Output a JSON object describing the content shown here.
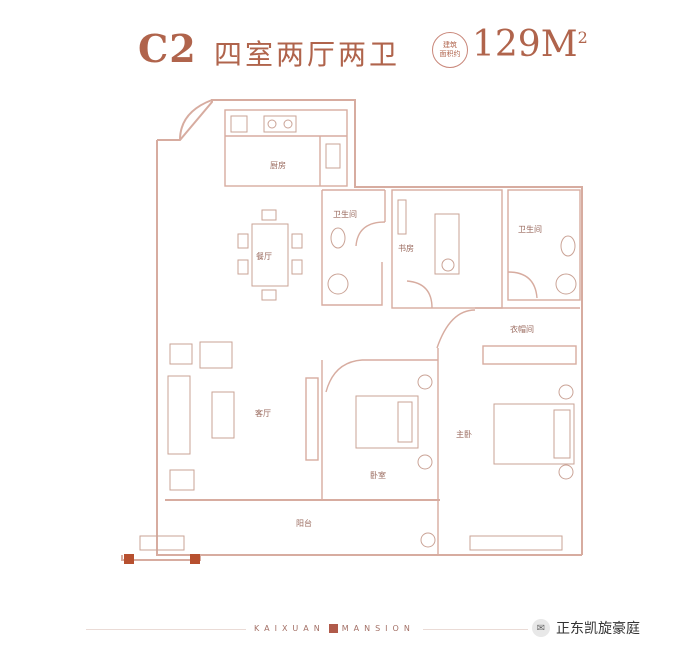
{
  "header": {
    "code": "C2",
    "type": "四室两厅两卫",
    "area_label_line1": "建筑",
    "area_label_line2": "面积约",
    "area_value": "129M",
    "area_unit_sup": "2"
  },
  "rooms": {
    "kitchen": "厨房",
    "bath1": "卫生间",
    "study": "书房",
    "bath2": "卫生间",
    "dining": "餐厅",
    "closet": "衣帽间",
    "living": "客厅",
    "bedroom": "卧室",
    "master": "主卧",
    "balcony": "阳台"
  },
  "footer": {
    "brand_left": "KAIXUAN",
    "brand_right": "MANSION",
    "wechat_name": "正东凯旋豪庭"
  },
  "colors": {
    "accent": "#b0644c",
    "wall": "#d7aca0",
    "marker": "#b7502f"
  }
}
